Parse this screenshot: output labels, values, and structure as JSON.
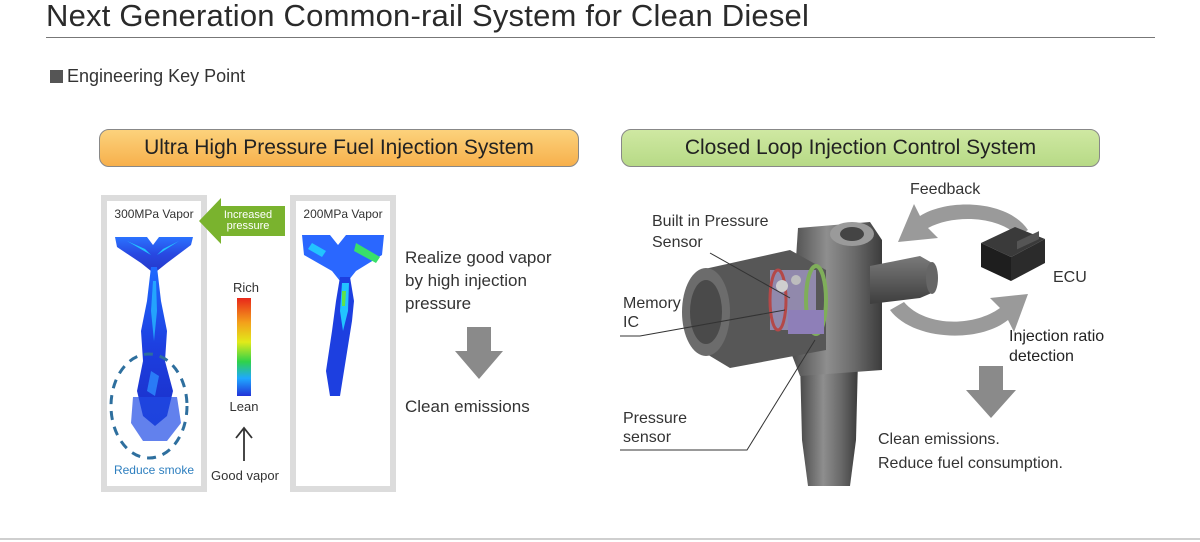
{
  "title": "Next Generation Common-rail System for Clean Diesel",
  "subheading": "Engineering Key Point",
  "left_panel": {
    "heading": "Ultra High Pressure Fuel Injection System",
    "frame_300_label": "300MPa Vapor",
    "frame_200_label": "200MPa Vapor",
    "arrow_label_line1": "Increased",
    "arrow_label_line2": "pressure",
    "scale_top": "Rich",
    "scale_bottom": "Lean",
    "good_vapor": "Good vapor",
    "reduce_smoke": "Reduce smoke",
    "result_line1": "Realize good vapor",
    "result_line2": "by high injection",
    "result_line3": "pressure",
    "result_outcome": "Clean emissions"
  },
  "right_panel": {
    "heading": "Closed Loop Injection Control System",
    "feedback": "Feedback",
    "ecu": "ECU",
    "built_in_line1": "Built in Pressure",
    "built_in_line2": "Sensor",
    "memory_line1": "Memory",
    "memory_line2": "IC",
    "pressure_line1": "Pressure",
    "pressure_line2": "sensor",
    "injection_line1": "Injection ratio",
    "injection_line2": "detection",
    "outcome_line1": "Clean emissions.",
    "outcome_line2": "Reduce fuel consumption."
  },
  "colors": {
    "left_heading_bg": "#f8b658",
    "right_heading_bg": "#c3e194",
    "increased_arrow": "#7ab32e",
    "gray_arrow": "#8a8a8a",
    "smoke_circle": "#2e6f9e"
  }
}
